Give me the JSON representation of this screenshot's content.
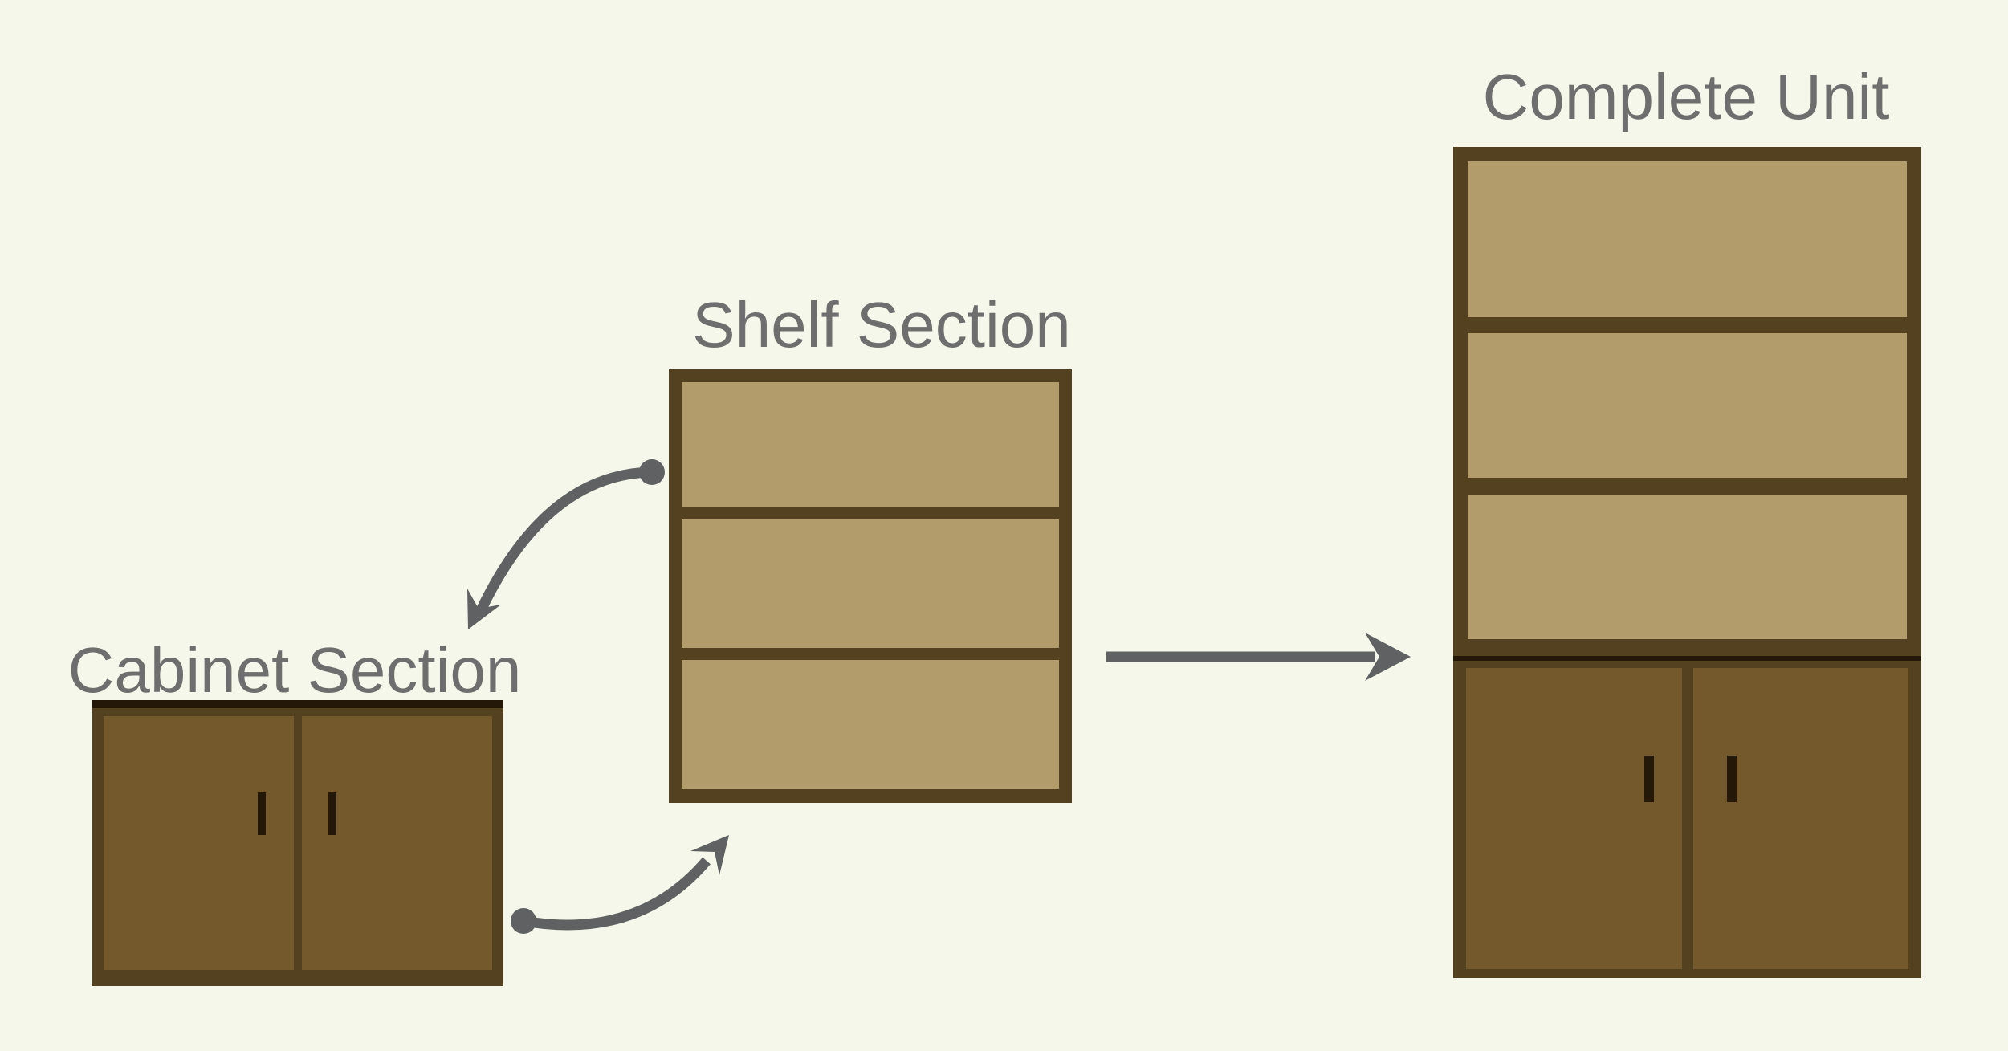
{
  "labels": {
    "cabinet_section": "Cabinet Section",
    "shelf_section": "Shelf Section",
    "complete_unit": "Complete Unit"
  },
  "colors": {
    "background": "#f4f7e9",
    "label_text": "#6e6e6e",
    "arrow": "#5f6163",
    "frame": "#544120",
    "shelf_fill": "#b29c6b",
    "door_fill": "#73592c",
    "edge_dark": "#241808"
  }
}
